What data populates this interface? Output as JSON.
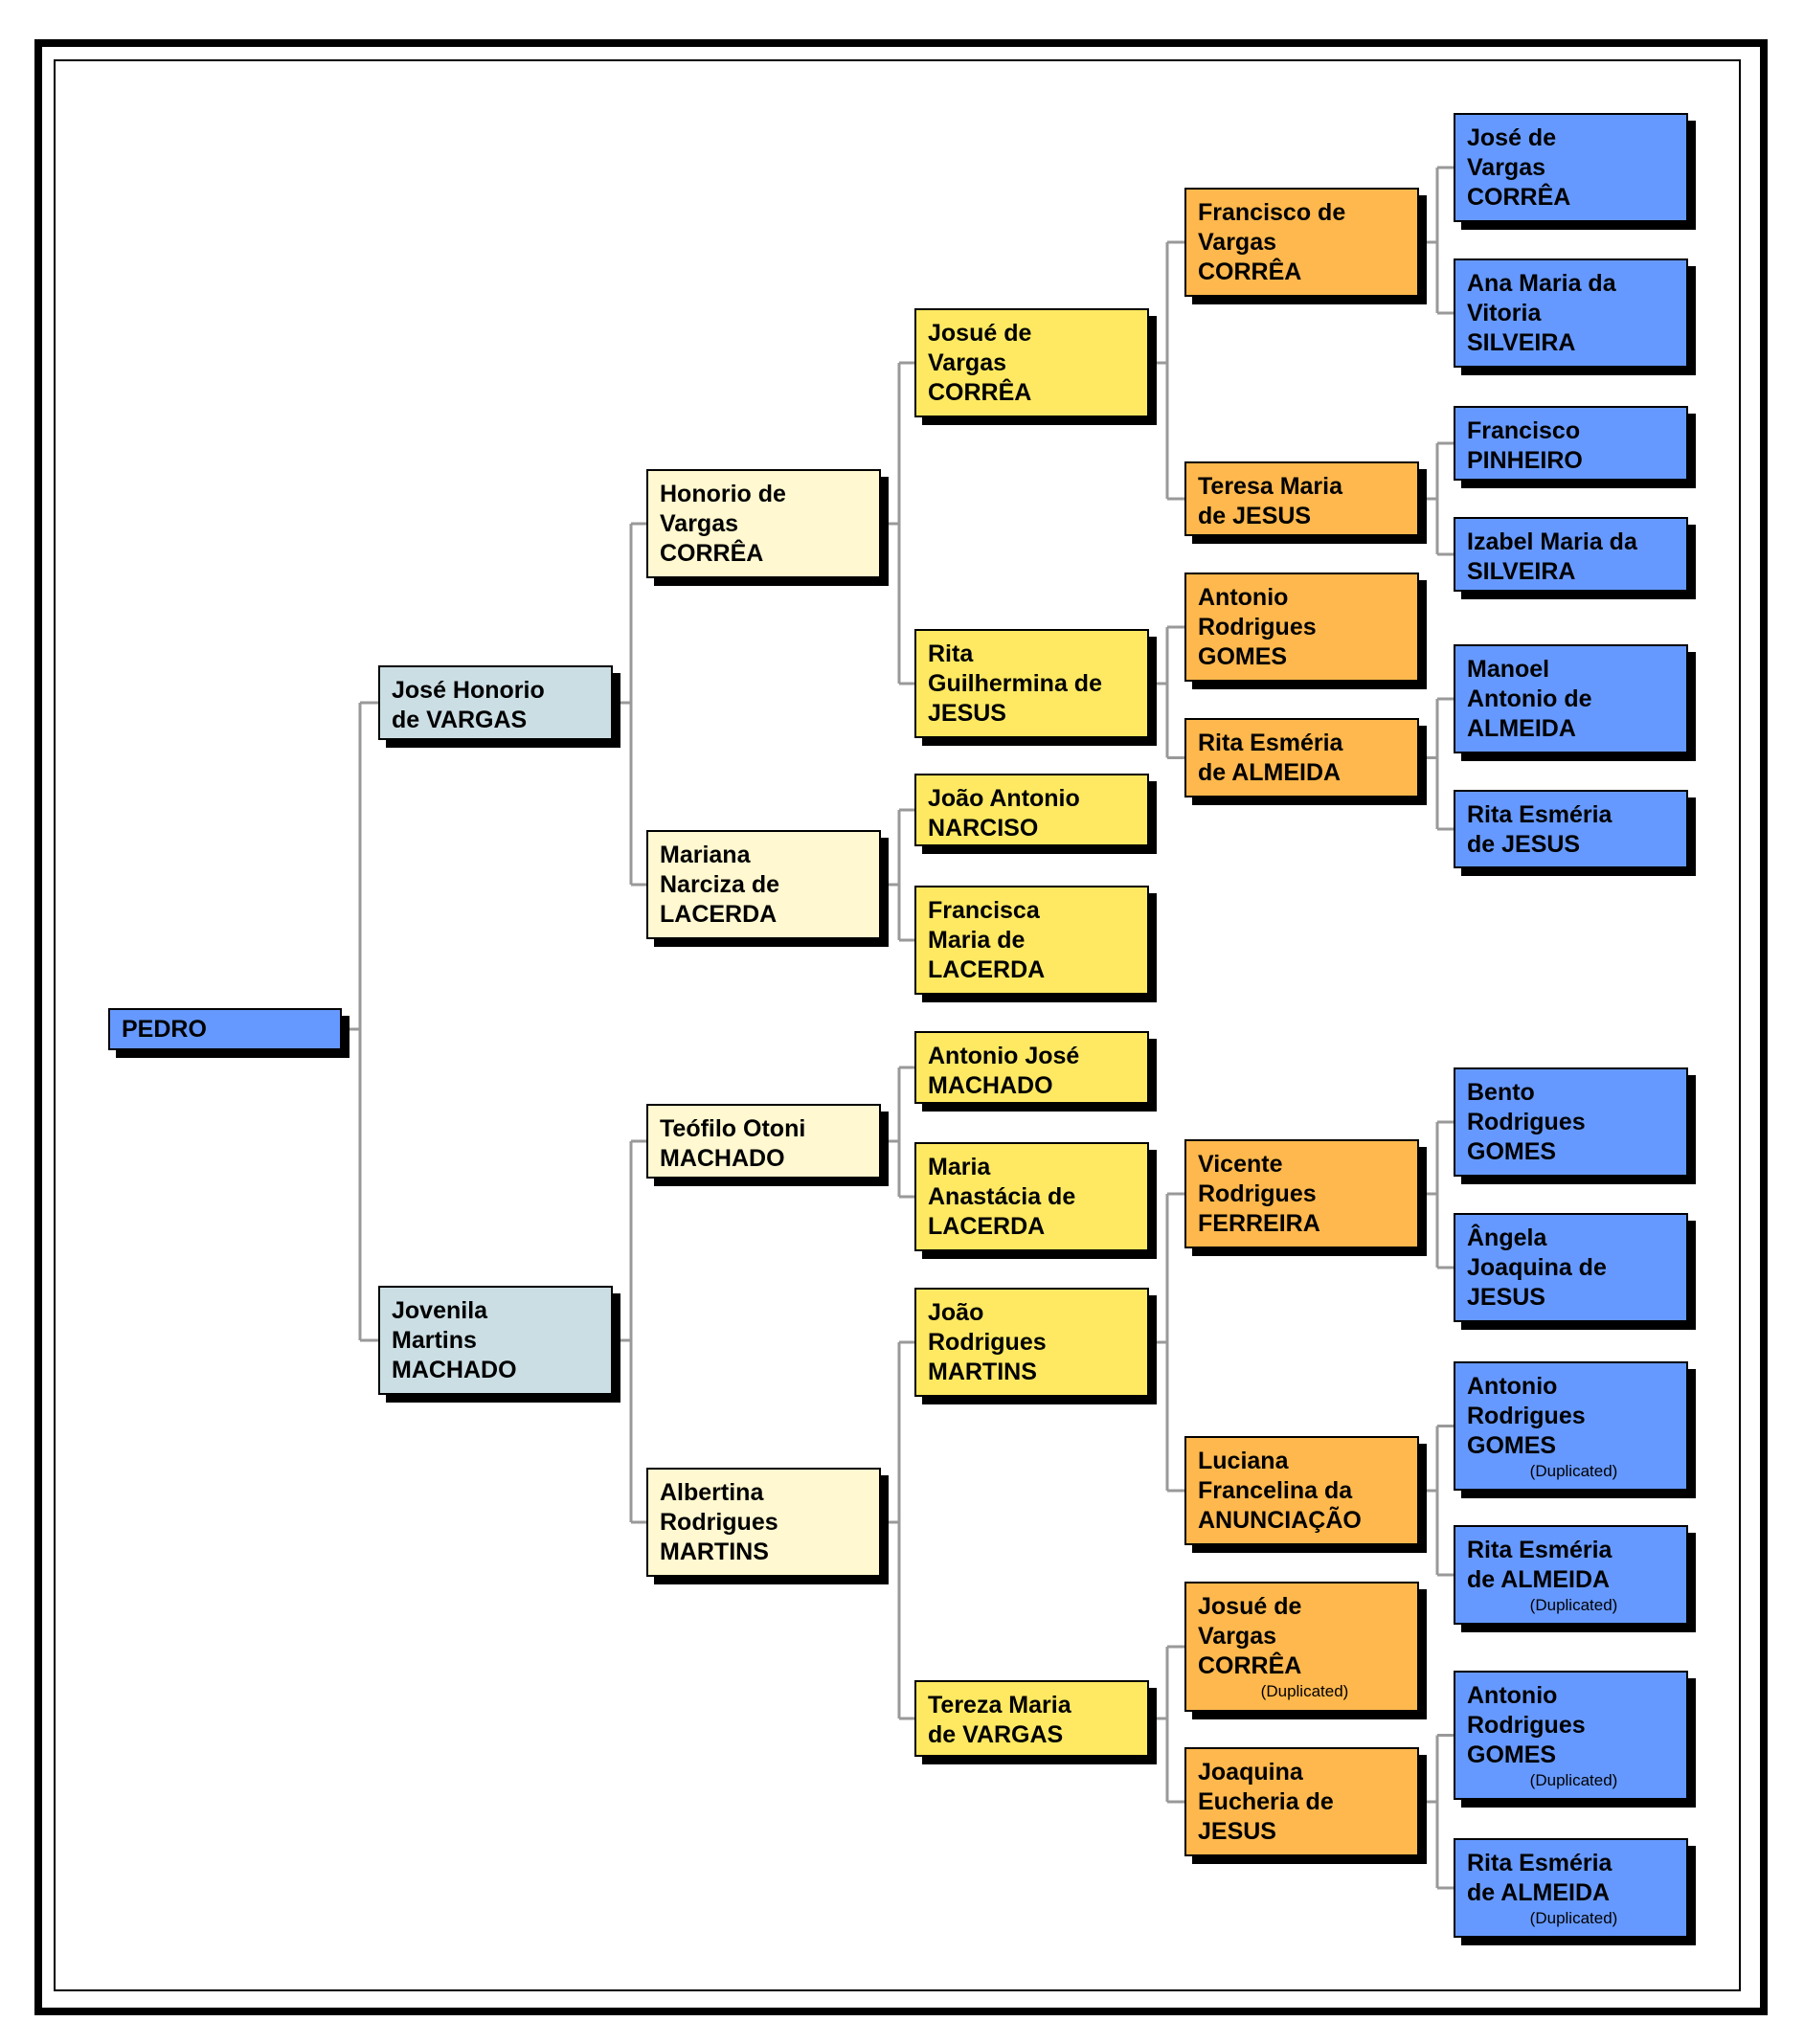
{
  "diagram": {
    "kind": "ancestor-family-tree",
    "root_person": "PEDRO"
  },
  "labels": {
    "duplicated": "(Duplicated)"
  },
  "colors": {
    "gen_root_blue": "#6699FF",
    "gen2_bluegray": "#CBDEE4",
    "gen3_cream": "#FFF8D0",
    "gen4_yellow": "#FFE962",
    "gen5_orange": "#FFB84D",
    "gen6_blue": "#6699FF",
    "connector_gray": "#999999",
    "box_border": "#000000",
    "box_shadow": "#000000",
    "background": "#FFFFFF"
  },
  "people": [
    {
      "id": "pedro",
      "name": "PEDRO",
      "lines": [
        "PEDRO"
      ],
      "color_role": "gen_root_blue",
      "duplicated": false
    },
    {
      "id": "jose-honorio",
      "name": "José Honorio de VARGAS",
      "lines": [
        "José Honorio",
        "de VARGAS"
      ],
      "color_role": "gen2_bluegray",
      "duplicated": false
    },
    {
      "id": "jovenila",
      "name": "Jovenila Martins MACHADO",
      "lines": [
        "Jovenila",
        "Martins",
        "MACHADO"
      ],
      "color_role": "gen2_bluegray",
      "duplicated": false
    },
    {
      "id": "honorio",
      "name": "Honorio de Vargas CORRÊA",
      "lines": [
        "Honorio de",
        "Vargas",
        "CORRÊA"
      ],
      "color_role": "gen3_cream",
      "duplicated": false
    },
    {
      "id": "mariana",
      "name": "Mariana Narciza de LACERDA",
      "lines": [
        "Mariana",
        "Narciza de",
        "LACERDA"
      ],
      "color_role": "gen3_cream",
      "duplicated": false
    },
    {
      "id": "teofilo",
      "name": "Teófilo Otoni MACHADO",
      "lines": [
        "Teófilo Otoni",
        "MACHADO"
      ],
      "color_role": "gen3_cream",
      "duplicated": false
    },
    {
      "id": "albertina",
      "name": "Albertina Rodrigues MARTINS",
      "lines": [
        "Albertina",
        "Rodrigues",
        "MARTINS"
      ],
      "color_role": "gen3_cream",
      "duplicated": false
    },
    {
      "id": "josue4",
      "name": "Josué de Vargas CORRÊA",
      "lines": [
        "Josué de",
        "Vargas",
        "CORRÊA"
      ],
      "color_role": "gen4_yellow",
      "duplicated": false
    },
    {
      "id": "rita-guilhermina",
      "name": "Rita Guilhermina de JESUS",
      "lines": [
        "Rita",
        "Guilhermina de",
        "JESUS"
      ],
      "color_role": "gen4_yellow",
      "duplicated": false
    },
    {
      "id": "joao-narciso",
      "name": "João Antonio NARCISO",
      "lines": [
        "João Antonio",
        "NARCISO"
      ],
      "color_role": "gen4_yellow",
      "duplicated": false
    },
    {
      "id": "francisca",
      "name": "Francisca Maria de LACERDA",
      "lines": [
        "Francisca",
        "Maria de",
        "LACERDA"
      ],
      "color_role": "gen4_yellow",
      "duplicated": false
    },
    {
      "id": "antonio-jose",
      "name": "Antonio José MACHADO",
      "lines": [
        "Antonio José",
        "MACHADO"
      ],
      "color_role": "gen4_yellow",
      "duplicated": false
    },
    {
      "id": "maria-anastacia",
      "name": "Maria Anastácia de LACERDA",
      "lines": [
        "Maria",
        "Anastácia de",
        "LACERDA"
      ],
      "color_role": "gen4_yellow",
      "duplicated": false
    },
    {
      "id": "joao-martins",
      "name": "João Rodrigues MARTINS",
      "lines": [
        "João",
        "Rodrigues",
        "MARTINS"
      ],
      "color_role": "gen4_yellow",
      "duplicated": false
    },
    {
      "id": "tereza",
      "name": "Tereza Maria de VARGAS",
      "lines": [
        "Tereza Maria",
        "de VARGAS"
      ],
      "color_role": "gen4_yellow",
      "duplicated": false
    },
    {
      "id": "francisco5",
      "name": "Francisco de Vargas CORRÊA",
      "lines": [
        "Francisco de",
        "Vargas",
        "CORRÊA"
      ],
      "color_role": "gen5_orange",
      "duplicated": false
    },
    {
      "id": "teresa5",
      "name": "Teresa Maria de JESUS",
      "lines": [
        "Teresa Maria",
        "de JESUS"
      ],
      "color_role": "gen5_orange",
      "duplicated": false
    },
    {
      "id": "antonio-gomes5",
      "name": "Antonio Rodrigues GOMES",
      "lines": [
        "Antonio",
        "Rodrigues",
        "GOMES"
      ],
      "color_role": "gen5_orange",
      "duplicated": false
    },
    {
      "id": "rita-almeida5",
      "name": "Rita Esméria de ALMEIDA",
      "lines": [
        "Rita Esméria",
        "de ALMEIDA"
      ],
      "color_role": "gen5_orange",
      "duplicated": false
    },
    {
      "id": "vicente",
      "name": "Vicente Rodrigues FERREIRA",
      "lines": [
        "Vicente",
        "Rodrigues",
        "FERREIRA"
      ],
      "color_role": "gen5_orange",
      "duplicated": false
    },
    {
      "id": "luciana",
      "name": "Luciana Francelina da ANUNCIAÇÃO",
      "lines": [
        "Luciana",
        "Francelina da",
        "ANUNCIAÇÃO"
      ],
      "color_role": "gen5_orange",
      "duplicated": false
    },
    {
      "id": "josue-dup",
      "name": "Josué de Vargas CORRÊA",
      "lines": [
        "Josué de",
        "Vargas",
        "CORRÊA"
      ],
      "color_role": "gen5_orange",
      "duplicated": true
    },
    {
      "id": "joaquina",
      "name": "Joaquina Eucheria de JESUS",
      "lines": [
        "Joaquina",
        "Eucheria de",
        "JESUS"
      ],
      "color_role": "gen5_orange",
      "duplicated": false
    },
    {
      "id": "jose6",
      "name": "José de Vargas CORRÊA",
      "lines": [
        "José de",
        "Vargas",
        "CORRÊA"
      ],
      "color_role": "gen6_blue",
      "duplicated": false
    },
    {
      "id": "ana6",
      "name": "Ana Maria da Vitoria SILVEIRA",
      "lines": [
        "Ana Maria da",
        "Vitoria",
        "SILVEIRA"
      ],
      "color_role": "gen6_blue",
      "duplicated": false
    },
    {
      "id": "pinheiro",
      "name": "Francisco PINHEIRO",
      "lines": [
        "Francisco",
        "PINHEIRO"
      ],
      "color_role": "gen6_blue",
      "duplicated": false
    },
    {
      "id": "izabel",
      "name": "Izabel Maria da SILVEIRA",
      "lines": [
        "Izabel Maria da",
        "SILVEIRA"
      ],
      "color_role": "gen6_blue",
      "duplicated": false
    },
    {
      "id": "manoel",
      "name": "Manoel Antonio de ALMEIDA",
      "lines": [
        "Manoel",
        "Antonio de",
        "ALMEIDA"
      ],
      "color_role": "gen6_blue",
      "duplicated": false
    },
    {
      "id": "rita-jesus6",
      "name": "Rita Esméria de JESUS",
      "lines": [
        "Rita Esméria",
        "de JESUS"
      ],
      "color_role": "gen6_blue",
      "duplicated": false
    },
    {
      "id": "bento",
      "name": "Bento Rodrigues GOMES",
      "lines": [
        "Bento",
        "Rodrigues",
        "GOMES"
      ],
      "color_role": "gen6_blue",
      "duplicated": false
    },
    {
      "id": "angela",
      "name": "Ângela Joaquina de JESUS",
      "lines": [
        "Ângela",
        "Joaquina de",
        "JESUS"
      ],
      "color_role": "gen6_blue",
      "duplicated": false
    },
    {
      "id": "gomes-dup-a",
      "name": "Antonio Rodrigues GOMES",
      "lines": [
        "Antonio",
        "Rodrigues",
        "GOMES"
      ],
      "color_role": "gen6_blue",
      "duplicated": true
    },
    {
      "id": "almeida-dup-a",
      "name": "Rita Esméria de ALMEIDA",
      "lines": [
        "Rita Esméria",
        "de ALMEIDA"
      ],
      "color_role": "gen6_blue",
      "duplicated": true
    },
    {
      "id": "gomes-dup-b",
      "name": "Antonio Rodrigues GOMES",
      "lines": [
        "Antonio",
        "Rodrigues",
        "GOMES"
      ],
      "color_role": "gen6_blue",
      "duplicated": true
    },
    {
      "id": "almeida-dup-b",
      "name": "Rita Esméria de ALMEIDA",
      "lines": [
        "Rita Esméria",
        "de ALMEIDA"
      ],
      "color_role": "gen6_blue",
      "duplicated": true
    }
  ],
  "families": [
    {
      "child": "pedro",
      "parents": [
        "jose-honorio",
        "jovenila"
      ]
    },
    {
      "child": "jose-honorio",
      "parents": [
        "honorio",
        "mariana"
      ]
    },
    {
      "child": "jovenila",
      "parents": [
        "teofilo",
        "albertina"
      ]
    },
    {
      "child": "honorio",
      "parents": [
        "josue4",
        "rita-guilhermina"
      ]
    },
    {
      "child": "mariana",
      "parents": [
        "joao-narciso",
        "francisca"
      ]
    },
    {
      "child": "teofilo",
      "parents": [
        "antonio-jose",
        "maria-anastacia"
      ]
    },
    {
      "child": "albertina",
      "parents": [
        "joao-martins",
        "tereza"
      ]
    },
    {
      "child": "josue4",
      "parents": [
        "francisco5",
        "teresa5"
      ]
    },
    {
      "child": "rita-guilhermina",
      "parents": [
        "antonio-gomes5",
        "rita-almeida5"
      ]
    },
    {
      "child": "joao-martins",
      "parents": [
        "vicente",
        "luciana"
      ]
    },
    {
      "child": "tereza",
      "parents": [
        "josue-dup",
        "joaquina"
      ]
    },
    {
      "child": "francisco5",
      "parents": [
        "jose6",
        "ana6"
      ]
    },
    {
      "child": "teresa5",
      "parents": [
        "pinheiro",
        "izabel"
      ]
    },
    {
      "child": "rita-almeida5",
      "parents": [
        "manoel",
        "rita-jesus6"
      ]
    },
    {
      "child": "vicente",
      "parents": [
        "bento",
        "angela"
      ]
    },
    {
      "child": "luciana",
      "parents": [
        "gomes-dup-a",
        "almeida-dup-a"
      ]
    },
    {
      "child": "joaquina",
      "parents": [
        "gomes-dup-b",
        "almeida-dup-b"
      ]
    }
  ]
}
